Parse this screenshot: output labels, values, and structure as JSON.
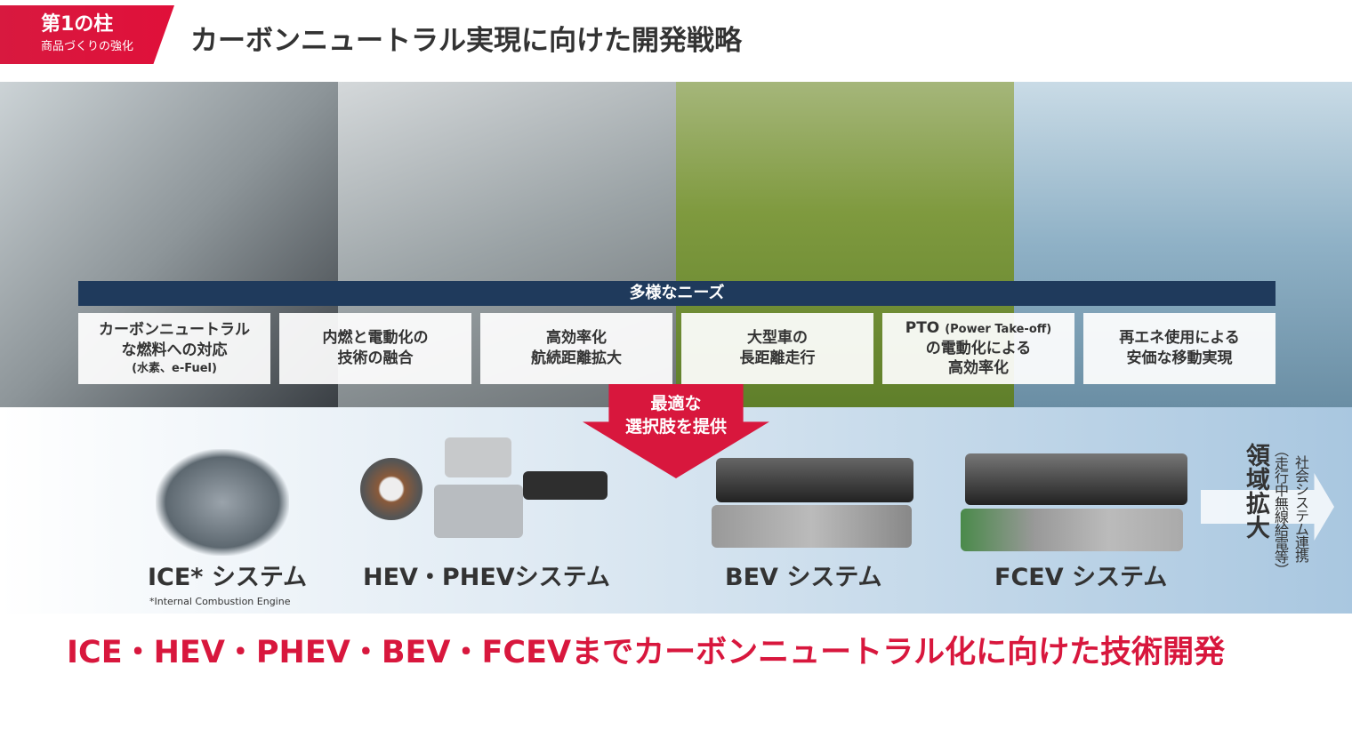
{
  "header": {
    "pillar": "第1の柱",
    "pillar_sub": "商品づくりの強化",
    "title": "カーボンニュートラル実現に向けた開発戦略"
  },
  "needs": {
    "heading": "多様なニーズ",
    "items": [
      {
        "line1": "カーボンニュートラル",
        "line2": "な燃料への対応",
        "line3": "(水素、e-Fuel)"
      },
      {
        "line1": "内燃と電動化の",
        "line2": "技術の融合"
      },
      {
        "line1": "高効率化",
        "line2": "航続距離拡大"
      },
      {
        "line1": "大型車の",
        "line2": "長距離走行"
      },
      {
        "line1": "PTO",
        "line1_small": "(Power Take-off)",
        "line2": "の電動化による",
        "line3": "高効率化"
      },
      {
        "line1": "再エネ使用による",
        "line2": "安価な移動実現"
      }
    ]
  },
  "arrow": {
    "line1": "最適な",
    "line2": "選択肢を提供"
  },
  "systems": [
    {
      "label": "ICE* システム",
      "note": "*Internal Combustion Engine"
    },
    {
      "label": "HEV・PHEVシステム"
    },
    {
      "label": "BEV システム"
    },
    {
      "label": "FCEV システム"
    }
  ],
  "expansion": {
    "main": "領域拡大",
    "paren": "（走行中無線給電等）",
    "side": "社会システム連携"
  },
  "footer": "ICE・HEV・PHEV・BEV・FCEVまでカーボンニュートラル化に向けた技術開発",
  "colors": {
    "accent": "#d8173d",
    "navy": "#1f3a5c"
  }
}
